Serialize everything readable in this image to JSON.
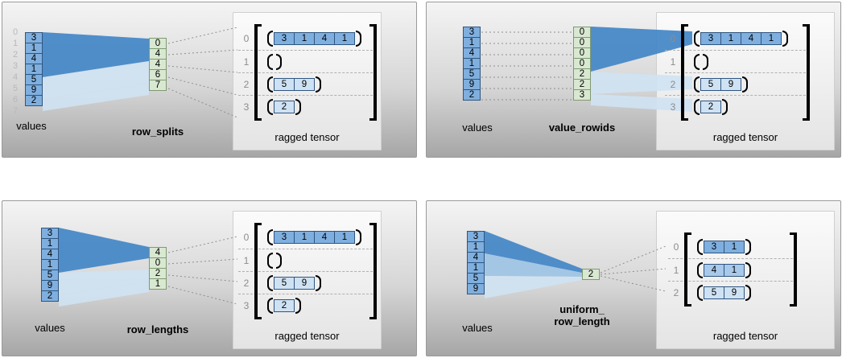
{
  "figure": {
    "colors": {
      "cell_blue": "#7fafdf",
      "cell_blue_mid": "#a9c9ea",
      "cell_blue_light": "#cfe2f3",
      "cell_green": "#d9e8d1",
      "beam_dark": "#4486c7",
      "beam_mid": "#9cc3e5",
      "beam_light": "#cfe2f3",
      "panel_gradient_top": "#f4f4f4",
      "panel_gradient_bottom": "#a6a6a6"
    },
    "panels": [
      {
        "method_label": "row_splits",
        "values_label": "values",
        "tensor_label": "ragged tensor",
        "boundary_indices": [
          "0",
          "1",
          "2",
          "3",
          "4",
          "5",
          "6",
          "7"
        ],
        "values": [
          "3",
          "1",
          "4",
          "1",
          "5",
          "9",
          "2"
        ],
        "encoding": [
          "0",
          "4",
          "4",
          "6",
          "7"
        ],
        "rows": [
          {
            "index": "0",
            "cells": [
              "3",
              "1",
              "4",
              "1"
            ],
            "tone": "dark"
          },
          {
            "index": "1",
            "cells": [],
            "tone": "light"
          },
          {
            "index": "2",
            "cells": [
              "5",
              "9"
            ],
            "tone": "light"
          },
          {
            "index": "3",
            "cells": [
              "2"
            ],
            "tone": "light"
          }
        ]
      },
      {
        "method_label": "value_rowids",
        "values_label": "values",
        "tensor_label": "ragged tensor",
        "values": [
          "3",
          "1",
          "4",
          "1",
          "5",
          "9",
          "2"
        ],
        "encoding": [
          "0",
          "0",
          "0",
          "0",
          "2",
          "2",
          "3"
        ],
        "rows": [
          {
            "index": "0",
            "cells": [
              "3",
              "1",
              "4",
              "1"
            ],
            "tone": "dark"
          },
          {
            "index": "1",
            "cells": [],
            "tone": "light"
          },
          {
            "index": "2",
            "cells": [
              "5",
              "9"
            ],
            "tone": "light"
          },
          {
            "index": "3",
            "cells": [
              "2"
            ],
            "tone": "light"
          }
        ]
      },
      {
        "method_label": "row_lengths",
        "values_label": "values",
        "tensor_label": "ragged tensor",
        "values": [
          "3",
          "1",
          "4",
          "1",
          "5",
          "9",
          "2"
        ],
        "encoding": [
          "4",
          "0",
          "2",
          "1"
        ],
        "rows": [
          {
            "index": "0",
            "cells": [
              "3",
              "1",
              "4",
              "1"
            ],
            "tone": "dark"
          },
          {
            "index": "1",
            "cells": [],
            "tone": "light"
          },
          {
            "index": "2",
            "cells": [
              "5",
              "9"
            ],
            "tone": "light"
          },
          {
            "index": "3",
            "cells": [
              "2"
            ],
            "tone": "light"
          }
        ]
      },
      {
        "method_label": "uniform_\nrow_length",
        "values_label": "values",
        "tensor_label": "ragged tensor",
        "values": [
          "3",
          "1",
          "4",
          "1",
          "5",
          "9"
        ],
        "encoding": [
          "2"
        ],
        "rows": [
          {
            "index": "0",
            "cells": [
              "3",
              "1"
            ],
            "tone": "dark"
          },
          {
            "index": "1",
            "cells": [
              "4",
              "1"
            ],
            "tone": "mid"
          },
          {
            "index": "2",
            "cells": [
              "5",
              "9"
            ],
            "tone": "light"
          }
        ]
      }
    ]
  }
}
